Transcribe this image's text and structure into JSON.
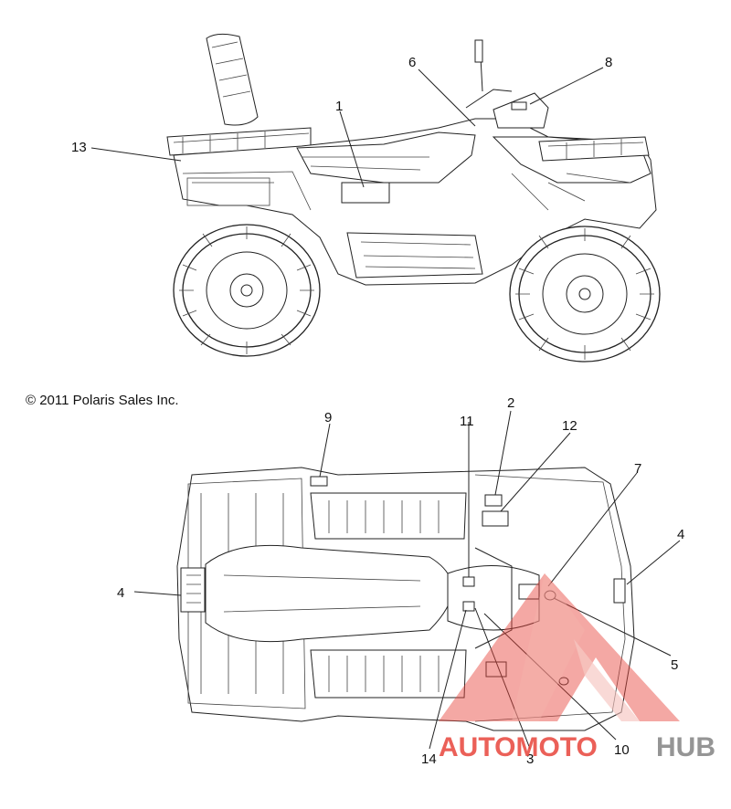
{
  "copyright": "© 2011 Polaris Sales Inc.",
  "side_view_callouts": [
    "1",
    "6",
    "8",
    "13"
  ],
  "top_view_callouts": [
    "2",
    "3",
    "4",
    "4",
    "5",
    "7",
    "9",
    "10",
    "11",
    "12",
    "14"
  ],
  "callouts": {
    "c1": "1",
    "c6": "6",
    "c8": "8",
    "c13": "13",
    "c2": "2",
    "c3": "3",
    "c4a": "4",
    "c4b": "4",
    "c5": "5",
    "c7": "7",
    "c9": "9",
    "c10": "10",
    "c11": "11",
    "c12": "12",
    "c14": "14"
  },
  "watermark": {
    "part1": "AUTOMOTO",
    "part2": "HUB",
    "color_red": "#e8453c",
    "color_gray": "#8a8a8a"
  }
}
